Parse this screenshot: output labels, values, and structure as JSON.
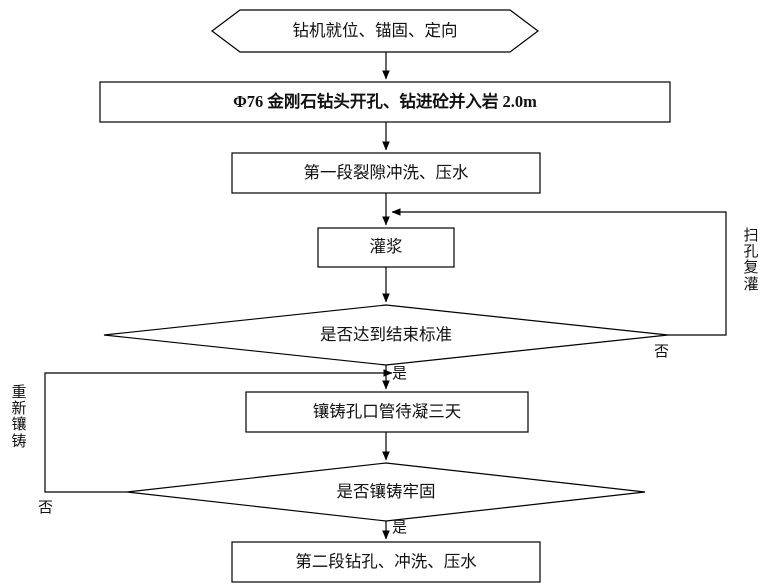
{
  "diagram": {
    "type": "flowchart",
    "title": "",
    "nodes": [
      {
        "id": "start",
        "shape": "hexagon",
        "text": "钻机就位、锚固、定向"
      },
      {
        "id": "drill",
        "shape": "rect",
        "text": "Φ76 金刚石钻头开孔、钻进砼并入岩 2.0m"
      },
      {
        "id": "wash1",
        "shape": "rect",
        "text": "第一段裂隙冲洗、压水"
      },
      {
        "id": "grout",
        "shape": "rect",
        "text": "灌浆"
      },
      {
        "id": "check1",
        "shape": "diamond",
        "text": "是否达到结束标准"
      },
      {
        "id": "embed",
        "shape": "rect",
        "text": "镶铸孔口管待凝三天"
      },
      {
        "id": "check2",
        "shape": "diamond",
        "text": "是否镶铸牢固"
      },
      {
        "id": "wash2",
        "shape": "rect",
        "text": "第二段钻孔、冲洗、压水"
      }
    ],
    "edge_labels": [
      {
        "id": "no1",
        "text": "否"
      },
      {
        "id": "yes1",
        "text": "是"
      },
      {
        "id": "no2",
        "text": "否"
      },
      {
        "id": "yes2",
        "text": "是"
      }
    ],
    "side_labels": [
      {
        "id": "rework-right",
        "text": "扫孔复灌"
      },
      {
        "id": "rework-left",
        "text": "重新镶铸"
      }
    ],
    "colors": {
      "stroke": "#000000",
      "background": "#ffffff",
      "text": "#111111"
    }
  }
}
